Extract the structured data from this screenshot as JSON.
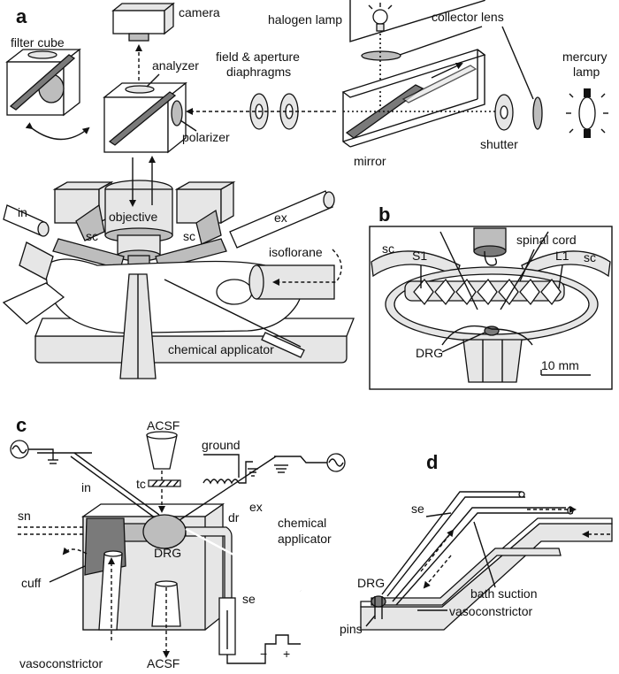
{
  "panels": {
    "a": {
      "panel_label": "a",
      "labels": {
        "camera": "camera",
        "halogen_lamp": "halogen lamp",
        "collector_lens": "collector lens",
        "filter_cube": "filter cube",
        "analyzer": "analyzer",
        "field_aperture_1": "field & aperture",
        "field_aperture_2": "diaphragms",
        "mercury_1": "mercury",
        "mercury_2": "lamp",
        "polarizer": "polarizer",
        "mirror": "mirror",
        "shutter": "shutter",
        "in": "in",
        "objective": "objective",
        "ex": "ex",
        "sc_left": "sc",
        "sc_right": "sc",
        "isoflorane": "isoflorane",
        "chemical_applicator": "chemical applicator"
      }
    },
    "b": {
      "panel_label": "b",
      "labels": {
        "sc_left": "sc",
        "s1": "S1",
        "spinal_cord": "spinal cord",
        "l1": "L1",
        "sc_right": "sc",
        "drg": "DRG",
        "scale_bar": "10 mm"
      }
    },
    "c": {
      "panel_label": "c",
      "labels": {
        "acsf_top": "ACSF",
        "ground": "ground",
        "tc": "tc",
        "in": "in",
        "sn": "sn",
        "ex": "ex",
        "dr": "dr",
        "chemical_1": "chemical",
        "chemical_2": "applicator",
        "drg": "DRG",
        "cuff": "cuff",
        "se": "se",
        "vasoconstrictor": "vasoconstrictor",
        "acsf_bottom": "ACSF",
        "minus": "−",
        "plus": "+"
      }
    },
    "d": {
      "panel_label": "d",
      "labels": {
        "se": "se",
        "drg": "DRG",
        "bath_suction": "bath suction",
        "pins": "pins",
        "vasoconstrictor": "vasoconstrictor"
      }
    }
  },
  "colors": {
    "ink": "#111111",
    "light_gray": "#e6e6e6",
    "mid_gray": "#bdbdbd",
    "dark_gray": "#7a7a7a"
  }
}
